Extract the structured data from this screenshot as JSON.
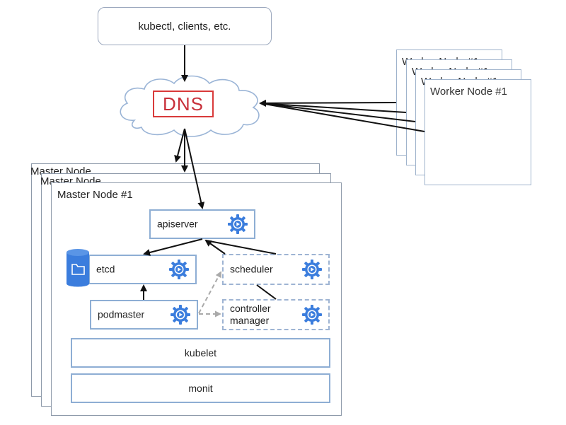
{
  "clients": {
    "label": "kubectl, clients, etc."
  },
  "dns": {
    "label": "DNS"
  },
  "workers": {
    "stack_count": 4,
    "titles": [
      "Worker Node #1",
      "Worker Node #1",
      "Worker Node #1",
      "Worker Node #1"
    ]
  },
  "masters": {
    "stack_count": 3,
    "titles": [
      "Master Node",
      "Master Node",
      "Master Node #1"
    ]
  },
  "components": {
    "apiserver": "apiserver",
    "etcd": "etcd",
    "scheduler": "scheduler",
    "podmaster": "podmaster",
    "controller_manager": "controller\nmanager",
    "controller_manager_line1": "controller",
    "controller_manager_line2": "manager",
    "kubelet": "kubelet",
    "monit": "monit"
  },
  "icons": {
    "service": "gear-play-icon",
    "database": "database-folder-icon",
    "network": "cloud-icon"
  },
  "colors": {
    "accent_blue": "#3b7ddd",
    "box_border": "#8eaed4",
    "dns_red": "#d93a3a",
    "arrow": "#111111",
    "dashed_arrow": "#aaaaaa"
  }
}
